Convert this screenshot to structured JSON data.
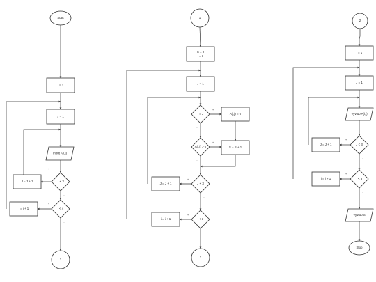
{
  "diagram": {
    "colors": {
      "stroke": "#333333",
      "fill": "#ffffff",
      "text": "#222222"
    },
    "flowchart_1": {
      "start": "Start",
      "init_i": "i = 1",
      "init_j": "J = 1",
      "input": "Input A(i,j)",
      "inc_j": "J = J + 1",
      "cond_j": "J < 3",
      "inc_i": "i = i + 1",
      "cond_i": "i < 4",
      "connector": "1",
      "cond_j_true": "+",
      "cond_j_false": "-",
      "cond_i_true": "+",
      "cond_i_false": "-"
    },
    "flowchart_2": {
      "connector_in": "1",
      "init_s": "S = 0\ni = 1",
      "init_j": "J = 1",
      "cond_ij": "i = J",
      "assign_zero": "A(i,j) = 0",
      "cond_a": "A(i,j) > 0",
      "inc_s": "S = S + 1",
      "cond_j": "J < 3",
      "inc_j": "J = J + 1",
      "cond_i": "i < 3",
      "inc_i": "i = i + 1",
      "connector_out": "2",
      "cond_ij_true": "+",
      "cond_ij_false": "-",
      "cond_a_true": "+",
      "cond_a_false": "-",
      "cond_j_true": "+",
      "cond_j_false": "-",
      "cond_i_true": "+",
      "cond_i_false": "-"
    },
    "flowchart_3": {
      "connector_in": "2",
      "init_i": "i = 1",
      "init_j": "J = 1",
      "output_a": "Vyvtup A(i,j)",
      "inc_j": "J = J + 1",
      "cond_j": "J < 3",
      "inc_i": "i = i + 1",
      "cond_i": "i < 3",
      "output_s": "Vyvtup S",
      "stop": "Stop",
      "cond_j_true": "+",
      "cond_j_false": "-",
      "cond_i_true": "+",
      "cond_i_false": "-"
    }
  }
}
